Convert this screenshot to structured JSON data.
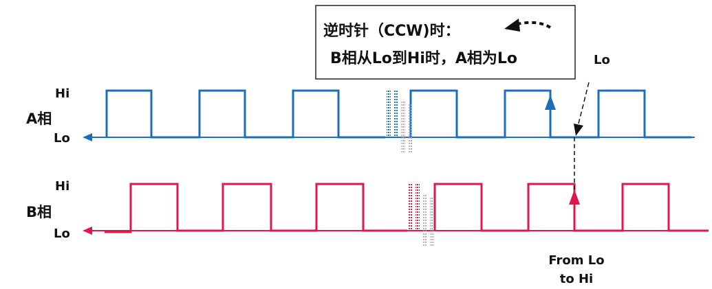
{
  "callout": {
    "line1": "逆时针（CCW)时：",
    "line2": "B相从Lo到Hi时，A相为Lo"
  },
  "phaseA": {
    "name": "A相",
    "hi": "Hi",
    "lo": "Lo",
    "color": "#1a6fb8"
  },
  "phaseB": {
    "name": "B相",
    "hi": "Hi",
    "lo": "Lo",
    "color": "#e0174a"
  },
  "annotations": {
    "lo_label": "Lo",
    "from_label_1": "From Lo",
    "from_label_2": "to Hi"
  }
}
